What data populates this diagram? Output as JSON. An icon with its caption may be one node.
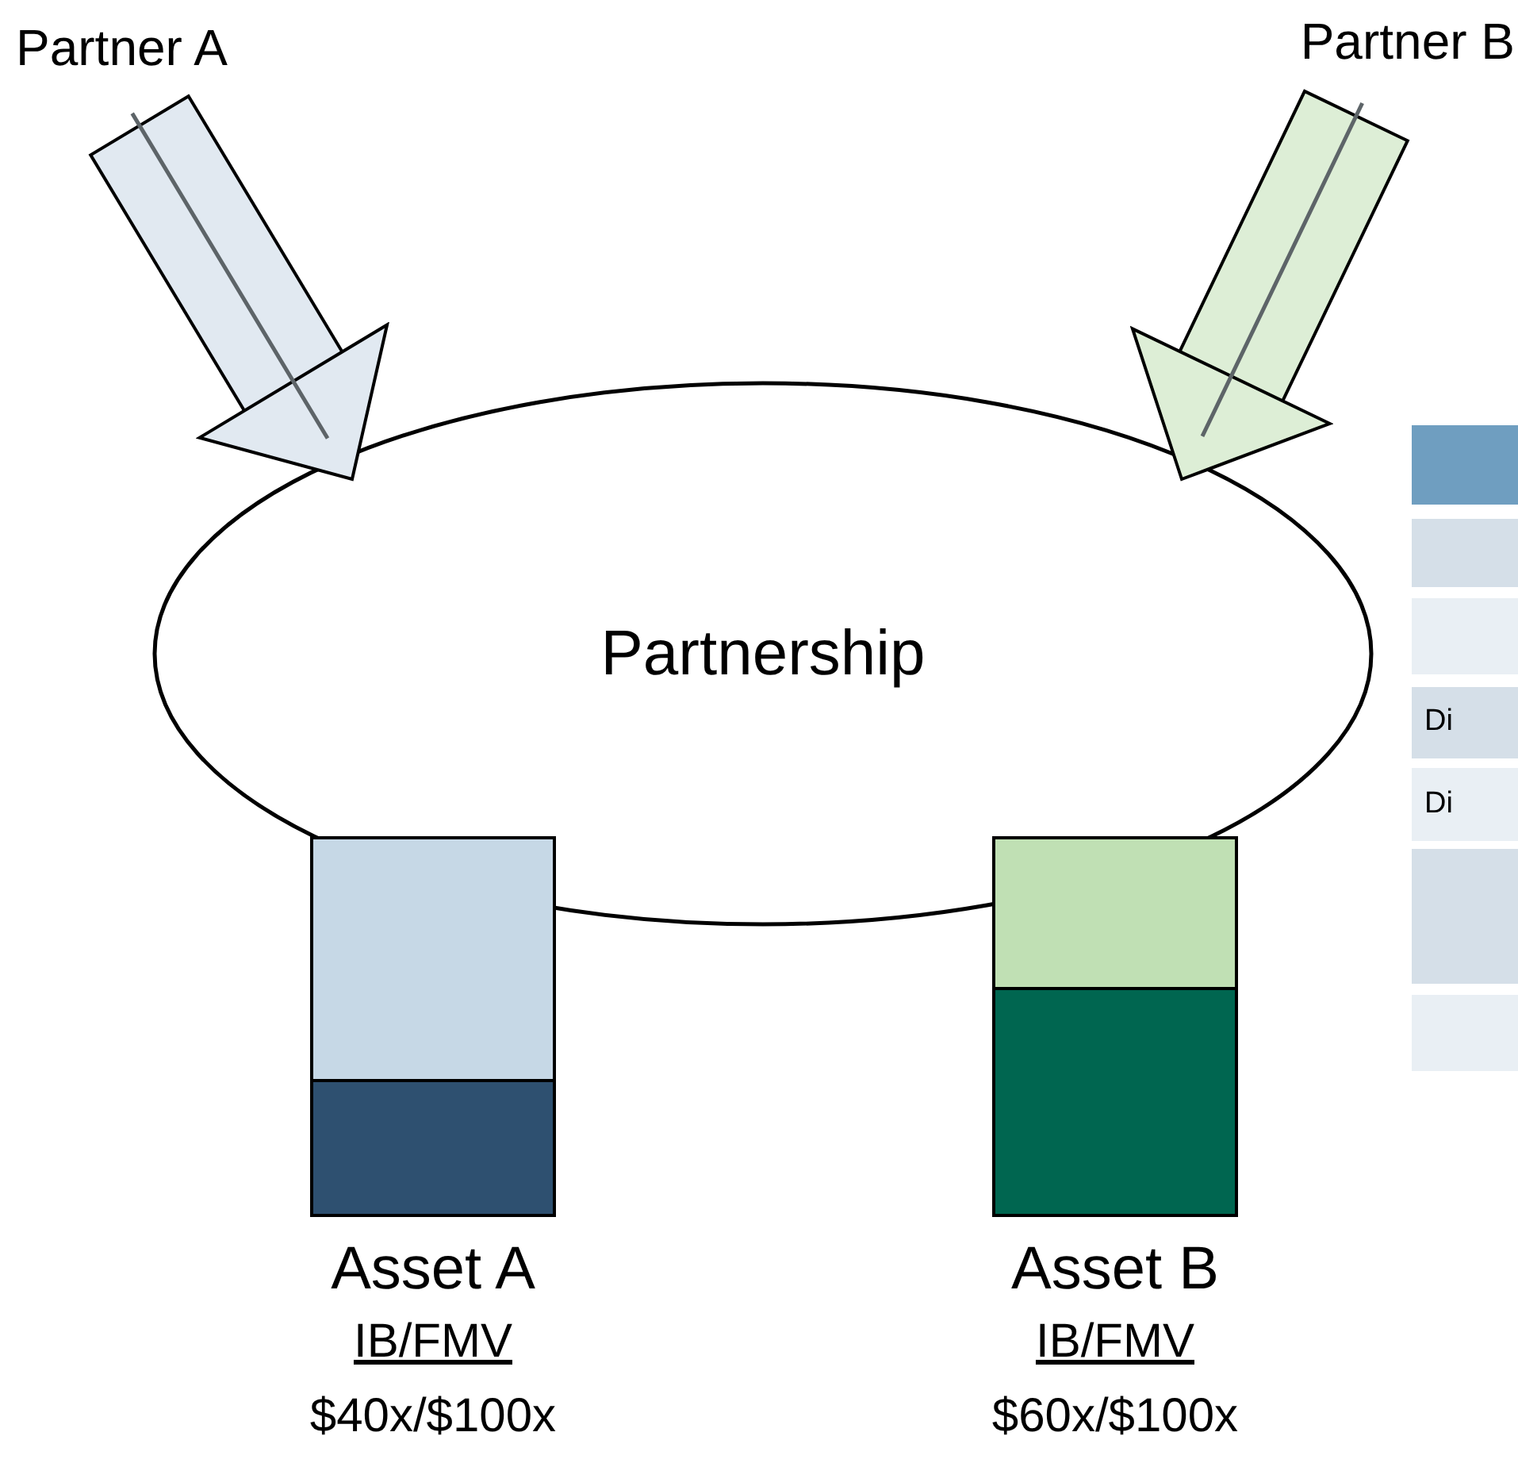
{
  "diagram": {
    "nodes": [
      {
        "text": [
          "Partner A"
        ]
      },
      {
        "text": [
          "Partner B"
        ]
      },
      {
        "text": [
          "Partnership"
        ]
      },
      {
        "text": [
          "Asset A",
          "IB/FMV",
          "$40x/$100x"
        ]
      },
      {
        "text": [
          "Asset B",
          "IB/FMV",
          "$60x/$100x"
        ]
      }
    ],
    "edges": [
      {
        "from": 0,
        "to": 2,
        "arrow": "to",
        "color": "#e1e9f1"
      },
      {
        "from": 1,
        "to": 2,
        "arrow": "to",
        "color": "#ddeed6"
      }
    ],
    "labels": [
      "Di",
      "Di"
    ]
  }
}
